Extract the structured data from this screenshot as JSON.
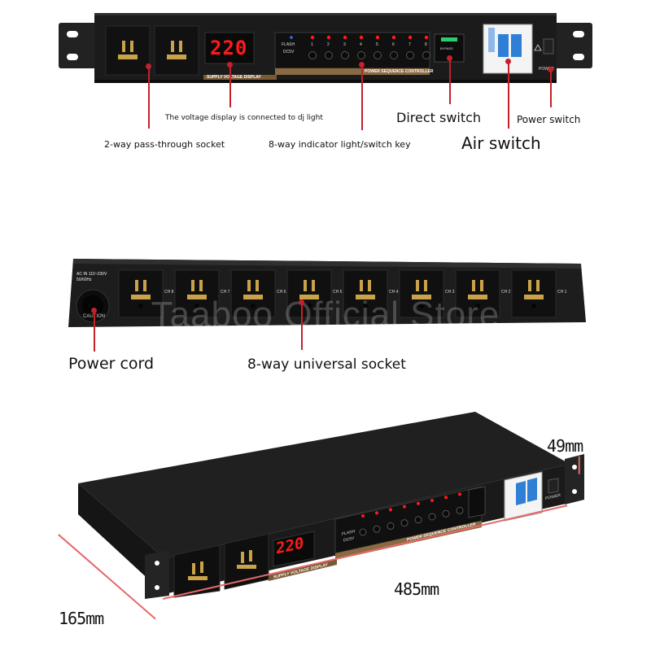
{
  "front_panel": {
    "display_value": "220",
    "display_label": "SUPPLY VOLTAGE DISPLAY",
    "controller_label": "POWER SEQUENCE CONTROLLER",
    "flash_label": "FLASH",
    "dc_label": "DC5V",
    "bypass_label": "BYPASS",
    "power_label": "POWER",
    "channels": [
      "1",
      "2",
      "3",
      "4",
      "5",
      "6",
      "7",
      "8"
    ]
  },
  "callouts": {
    "voltage_display": "The voltage display is connected to dj light",
    "pass_through": "2-way pass-through socket",
    "indicator_keys": "8-way indicator light/switch key",
    "direct_switch": "Direct switch",
    "air_switch": "Air switch",
    "power_switch": "Power switch"
  },
  "rear_panel": {
    "ac_label": "AC IN 110~230V 50/60Hz",
    "caution_label": "CAUTION",
    "channels": [
      "CH 8",
      "CH 7",
      "CH 6",
      "CH 5",
      "CH 4",
      "CH 3",
      "CH 2",
      "CH 1"
    ],
    "power_cord": "Power cord",
    "universal_socket": "8-way universal socket"
  },
  "watermark": "Taaboo Official Store",
  "dimensions": {
    "height": "49mm",
    "width": "485mm",
    "depth": "165mm"
  },
  "colors": {
    "chassis": "#1a1a1a",
    "led_red": "#ff1a1a",
    "breaker_blue": "#2f7fd6",
    "callout_red": "#c4212b",
    "dim_line": "#e46a6a"
  }
}
